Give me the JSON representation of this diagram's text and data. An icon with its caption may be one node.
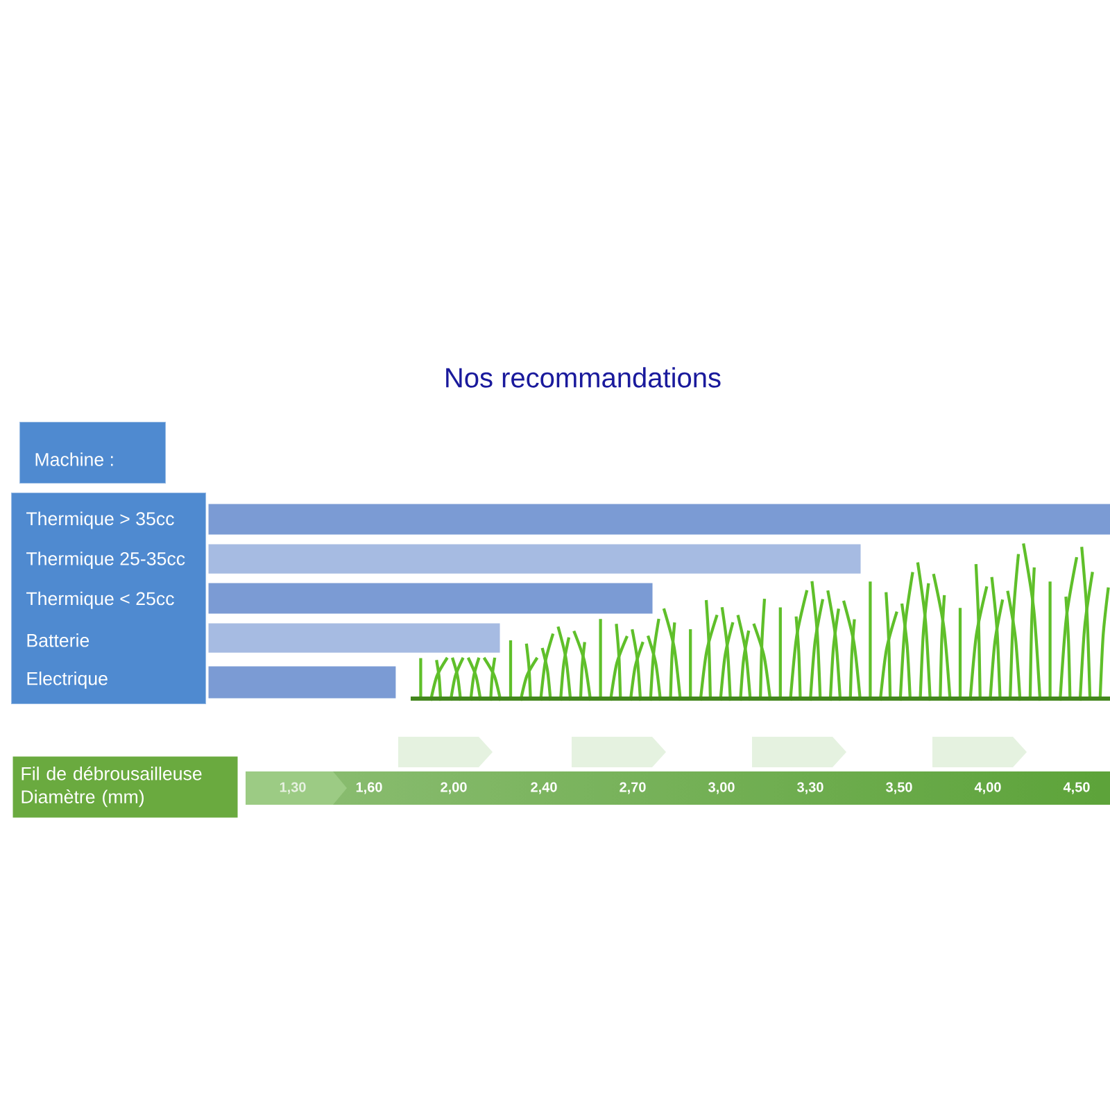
{
  "diagram": {
    "title": "Nos recommandations",
    "nodes": [
      {
        "text": [
          "Machine :"
        ]
      },
      {
        "text": [
          "Thermique > 35cc",
          "Thermique 25-35cc",
          "Thermique < 25cc",
          "Batterie",
          "Electrique"
        ]
      },
      {
        "text": [],
        "shape": "bar"
      },
      {
        "text": [],
        "shape": "bar"
      },
      {
        "text": [],
        "shape": "bar"
      },
      {
        "text": [],
        "shape": "bar"
      },
      {
        "text": [],
        "shape": "bar"
      },
      {
        "text": [
          "Fil de débrousailleuse Diamètre (mm)"
        ]
      }
    ],
    "labels": [
      "1,30",
      "1,60",
      "2,00",
      "2,40",
      "2,70",
      "3,00",
      "3,30",
      "3,50",
      "4,00",
      "4,50"
    ]
  }
}
